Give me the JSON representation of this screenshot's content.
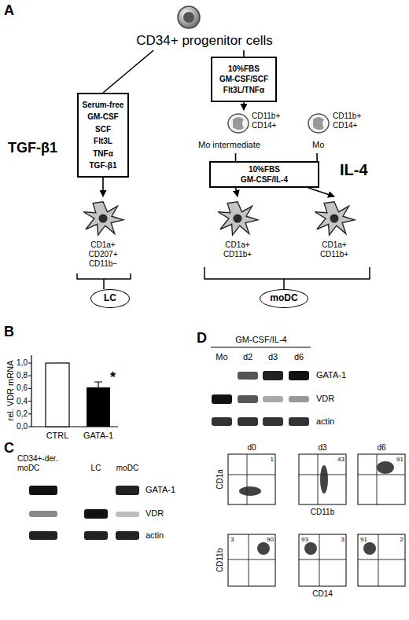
{
  "diagram": {
    "nodes": [
      {
        "text": [
          "CD34+ progenitor cells"
        ]
      },
      {
        "text": [
          "Serum-free GM-CSF SCF Flt3L TNFα TGF-β1"
        ]
      },
      {
        "text": [
          "10%FBS GM-CSF/SCF Flt3L/TNFα"
        ]
      },
      {
        "text": [
          "CD11b+ CD14+",
          "Mo intermediate"
        ]
      },
      {
        "text": [
          "CD11b+ CD14+",
          "Mo"
        ]
      },
      {
        "text": [
          "10%FBS GM-CSF/IL-4"
        ]
      },
      {
        "text": [
          "CD1a+ CD207+ CD11b−"
        ]
      },
      {
        "text": [
          "CD1a+ CD11b+"
        ]
      },
      {
        "text": [
          "CD1a+ CD11b+"
        ]
      },
      {
        "text": [
          "LC"
        ]
      },
      {
        "text": [
          "moDC"
        ]
      }
    ],
    "edges": [
      {
        "from": 0,
        "to": 1,
        "arrow": "none"
      },
      {
        "from": 0,
        "to": 2,
        "arrow": "none"
      },
      {
        "from": 1,
        "to": 6,
        "arrow": "to"
      },
      {
        "from": 2,
        "to": 3,
        "arrow": "to"
      },
      {
        "from": 3,
        "to": 5,
        "arrow": "none"
      },
      {
        "from": 4,
        "to": 5,
        "arrow": "none"
      },
      {
        "from": 5,
        "to": 7,
        "arrow": "to"
      },
      {
        "from": 5,
        "to": 8,
        "arrow": "to"
      }
    ],
    "labels": [
      "A",
      "TGF-β1",
      "IL-4",
      "B",
      "rel. VDR mRNA",
      "1,0",
      "0,8",
      "0,6",
      "0,4",
      "0,2",
      "0,0",
      "*",
      "CTRL",
      "GATA-1",
      "C",
      "CD34+-der. moDC",
      "LC",
      "moDC",
      "GATA-1",
      "VDR",
      "actin",
      "D",
      "GM-CSF/IL-4",
      "Mo",
      "d2",
      "d3",
      "d6",
      "GATA-1",
      "VDR",
      "actin",
      "d0",
      "d3",
      "d6",
      "1",
      "43",
      "91",
      "CD1a",
      "CD11b",
      "3",
      "90",
      "93",
      "3",
      "91",
      "2",
      "CD11b",
      "CD14"
    ]
  }
}
